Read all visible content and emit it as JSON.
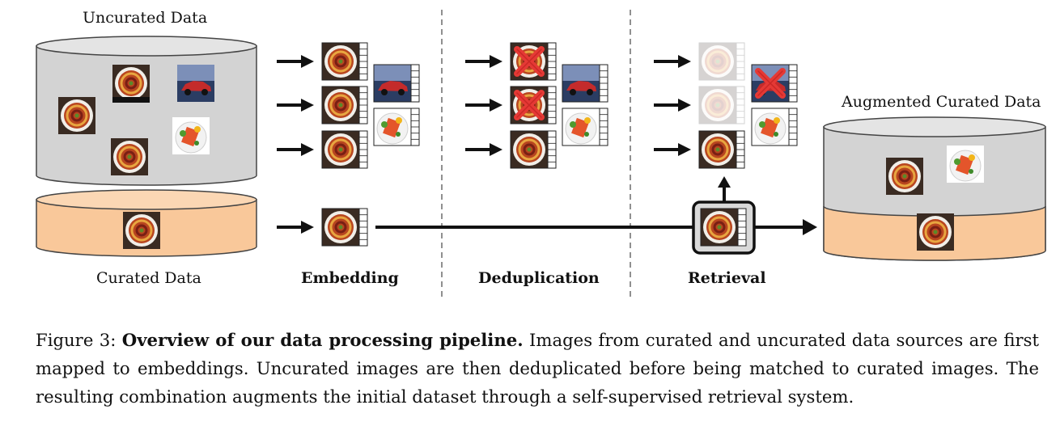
{
  "labels": {
    "uncurated": "Uncurated Data",
    "curated": "Curated Data",
    "augmented": "Augmented Curated Data"
  },
  "stages": {
    "embedding": "Embedding",
    "deduplication": "Deduplication",
    "retrieval": "Retrieval"
  },
  "caption": {
    "figure": "Figure 3:",
    "title": "Overview of our data processing pipeline.",
    "text": "Images from curated and uncurated data sources are first mapped to embeddings. Uncurated images are then deduplicated before being matched to curated images. The resulting combination augments the initial dataset through a self-supervised retrieval system."
  },
  "colors": {
    "uncurated_fill": "#d3d3d3",
    "curated_fill": "#f9c89a",
    "reject_mark": "#e53935",
    "arrow": "#111111"
  }
}
